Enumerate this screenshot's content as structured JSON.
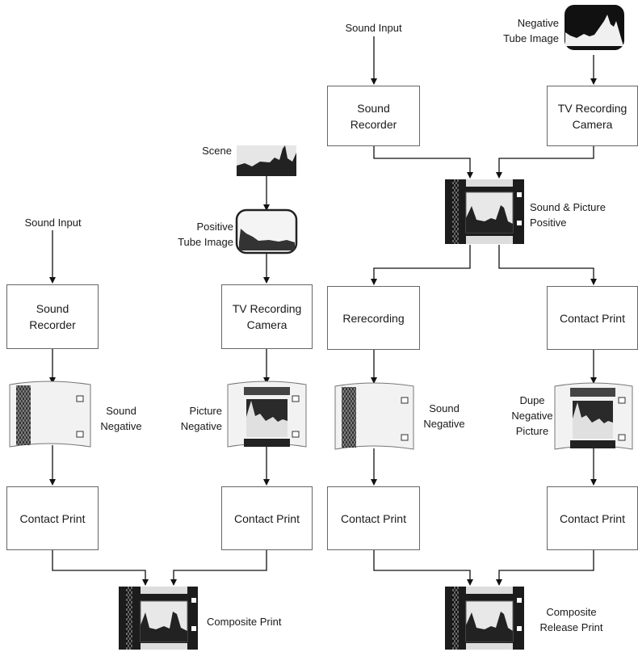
{
  "left_workflow": {
    "sound_input": "Sound Input",
    "scene": "Scene",
    "positive_tube_image": "Positive\nTube Image",
    "sound_recorder": "Sound\nRecorder",
    "tv_recording_camera": "TV Recording\nCamera",
    "sound_negative": "Sound\nNegative",
    "picture_negative": "Picture\nNegative",
    "contact_print_sound": "Contact Print",
    "contact_print_picture": "Contact Print",
    "composite_print": "Composite Print"
  },
  "right_workflow": {
    "sound_input": "Sound Input",
    "negative_tube_image": "Negative\nTube Image",
    "sound_recorder": "Sound\nRecorder",
    "tv_recording_camera": "TV Recording\nCamera",
    "sound_picture_positive": "Sound & Picture\nPositive",
    "rerecording": "Rerecording",
    "contact_print_top": "Contact Print",
    "sound_negative": "Sound\nNegative",
    "dupe_negative_picture": "Dupe\nNegative\nPicture",
    "contact_print_sound": "Contact Print",
    "contact_print_picture": "Contact Print",
    "composite_release_print": "Composite\nRelease Print"
  }
}
